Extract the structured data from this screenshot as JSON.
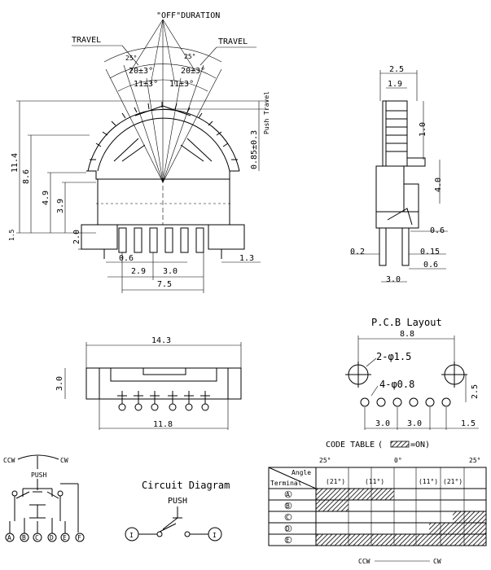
{
  "front_view": {
    "off_duration_label": "\"OFF\"DURATION",
    "travel_left": "TRAVEL",
    "travel_right": "TRAVEL",
    "angle_left": "25°",
    "angle_right": "25°",
    "angle_inner_left": "20±3°",
    "angle_inner_right": "20±3°",
    "angle_small_left": "11±3°",
    "angle_small_right": "11±3°",
    "push_travel": "Push Travel",
    "push_value": "0.85±0.3",
    "dim_11_4": "11.4",
    "dim_8_6": "8.6",
    "dim_4_9": "4.9",
    "dim_3_9": "3.9",
    "dim_2_0": "2.0",
    "dim_1_5": "1.5",
    "dim_0_6": "0.6",
    "dim_2_9": "2.9",
    "dim_3_0": "3.0",
    "dim_7_5": "7.5",
    "dim_1_3": "1.3"
  },
  "side_view": {
    "dim_2_5": "2.5",
    "dim_1_9": "1.9",
    "dim_1_0": "1.0",
    "dim_4_0": "4.0",
    "dim_0_6a": "0.6",
    "dim_0_2": "0.2",
    "dim_0_15": "0.15",
    "dim_0_6b": "0.6",
    "dim_3_0": "3.0"
  },
  "bottom_view": {
    "dim_14_3": "14.3",
    "dim_3_0": "3.0",
    "dim_11_8": "11.8"
  },
  "pcb": {
    "title": "P.C.B Layout",
    "dim_8_8": "8.8",
    "holes_large": "2-φ1.5",
    "holes_small": "4-φ0.8",
    "dim_2_5": "2.5",
    "dim_3_0a": "3.0",
    "dim_3_0b": "3.0",
    "dim_1_5": "1.5"
  },
  "schematic": {
    "ccw": "CCW",
    "cw": "CW",
    "push": "PUSH",
    "terminals": [
      "A",
      "B",
      "C",
      "D",
      "E",
      "F"
    ]
  },
  "circuit": {
    "title": "Circuit Diagram",
    "push": "PUSH",
    "left_terminal": "I",
    "right_terminal": "I"
  },
  "code_table": {
    "title": "CODE TABLE",
    "legend": "=ON)",
    "legend_open": "(",
    "angle_left": "25°",
    "angle_mid": "0°",
    "angle_right": "25°",
    "header_angle": "Angle",
    "header_terminal": "Terminal",
    "col_labels": [
      "(21°)",
      "(11°)",
      "(11°)",
      "(21°)"
    ],
    "rows": [
      "A",
      "B",
      "C",
      "D",
      "E"
    ],
    "ccw": "CCW",
    "cw": "CW"
  }
}
